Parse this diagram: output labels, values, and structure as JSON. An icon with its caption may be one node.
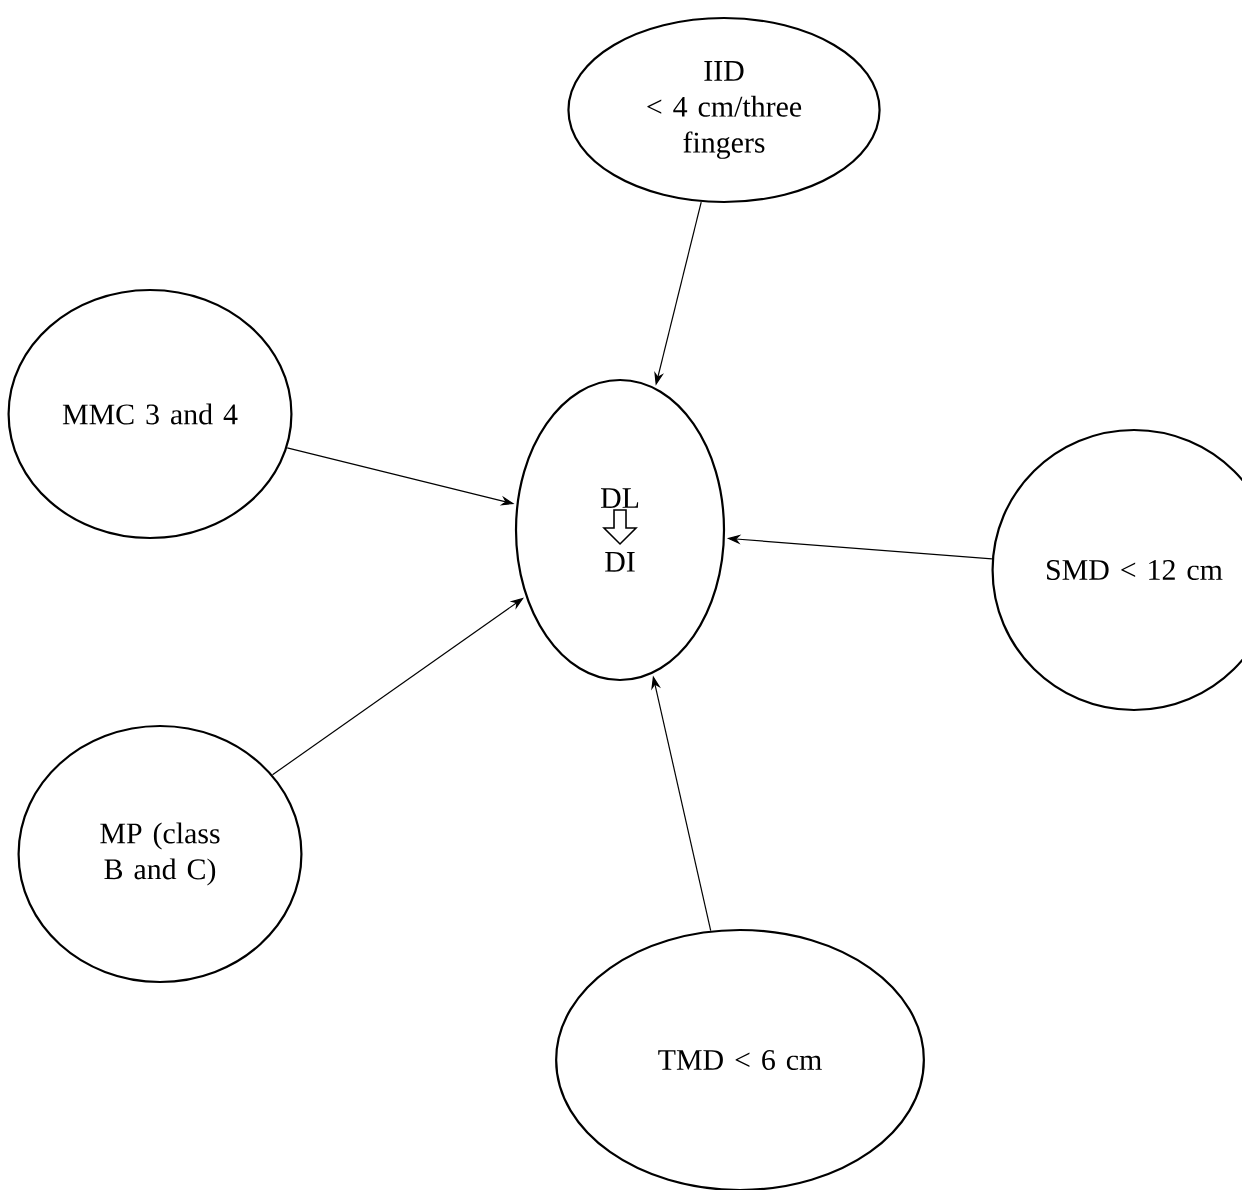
{
  "diagram": {
    "nodes": [
      {
        "text": [
          "IID",
          "< 4 cm/three fingers"
        ]
      },
      {
        "text": [
          "MMC 3 and 4"
        ]
      },
      {
        "text": [
          "DL",
          "DI"
        ]
      },
      {
        "text": [
          "SMD < 12 cm"
        ]
      },
      {
        "text": [
          "MP (class B and C)"
        ]
      },
      {
        "text": [
          "TMD < 6 cm"
        ]
      }
    ],
    "edges": [
      {
        "from": 0,
        "to": 2,
        "arrow": "to"
      },
      {
        "from": 1,
        "to": 2,
        "arrow": "to"
      },
      {
        "from": 3,
        "to": 2,
        "arrow": "to"
      },
      {
        "from": 4,
        "to": 2,
        "arrow": "to"
      },
      {
        "from": 5,
        "to": 2,
        "arrow": "to"
      }
    ]
  }
}
